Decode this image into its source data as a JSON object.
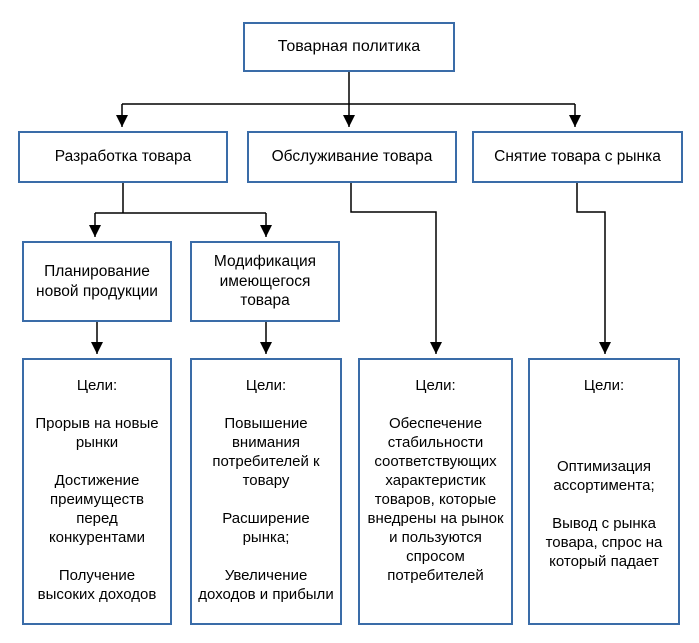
{
  "diagram": {
    "title": "Товарная политика",
    "nodes": {
      "root": {
        "label": "Товарная политика"
      },
      "level2": [
        {
          "label": "Разработка товара"
        },
        {
          "label": "Обслуживание товара"
        },
        {
          "label": "Снятие товара с рынка"
        }
      ],
      "level3": [
        {
          "label": "Планирование новой продукции"
        },
        {
          "label": "Модификация имеющегося товара"
        }
      ]
    },
    "goals_boxes": [
      {
        "heading": "Цели:",
        "items": [
          "Прорыв на новые рынки",
          "Достижение преимуществ перед конкурентами",
          "Получение высоких доходов"
        ]
      },
      {
        "heading": "Цели:",
        "items": [
          "Повышение внимания потребителей к товару",
          "Расширение рынка;",
          "Увеличение доходов и прибыли"
        ]
      },
      {
        "heading": "Цели:",
        "items": [
          "Обеспечение стабильности соответствующих характеристик товаров, которые внедрены на рынок и пользуются спросом потребителей"
        ]
      },
      {
        "heading": "Цели:",
        "items": [
          "Оптимизация ассортимента;",
          "Вывод с рынка товара, спрос на который падает"
        ]
      }
    ],
    "colors": {
      "box_border": "#3a6ca8",
      "connector_line": "#000000",
      "text": "#000000",
      "background": "#ffffff"
    }
  }
}
